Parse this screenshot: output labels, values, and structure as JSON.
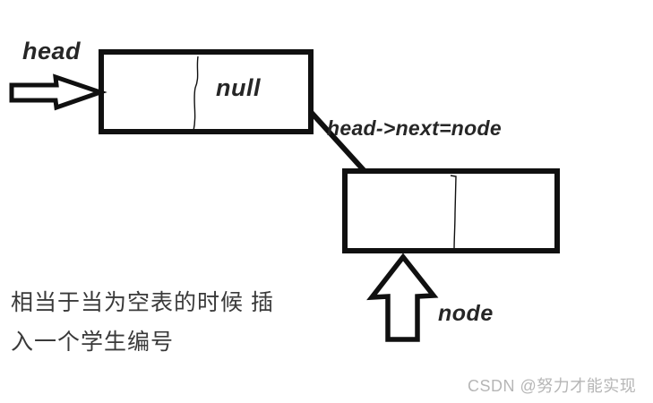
{
  "diagram": {
    "title_context": "linked-list empty insert illustration",
    "labels": {
      "head_pointer": "head",
      "null_value": "null",
      "assignment": "head->next=node",
      "node_pointer": "node"
    },
    "caption": {
      "line1": "相当于当为空表的时候 插",
      "line2": "入一个学生编号"
    },
    "watermark": "CSDN @努力才能实现",
    "icons": {
      "head_arrow": "right-block-arrow",
      "node_arrow": "up-block-arrow"
    },
    "colors": {
      "ink": "#101010",
      "label_text": "#262626",
      "caption_text": "#3a3a3a",
      "watermark_text": "#b6b6b6",
      "background": "#ffffff"
    }
  }
}
